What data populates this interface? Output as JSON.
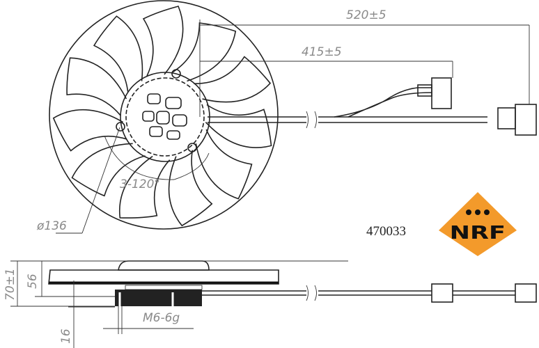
{
  "part_number": "470033",
  "brand": {
    "name": "NRF",
    "color": "#f39a2b",
    "text_color": "#111111"
  },
  "dimensions": {
    "cable_long": "520±5",
    "cable_short": "415±5",
    "mount_angle": "3-120°",
    "diameter": "ø136",
    "total_height": "70±1",
    "fan_height": "56",
    "stud_length": "16",
    "thread": "M6-6g"
  }
}
